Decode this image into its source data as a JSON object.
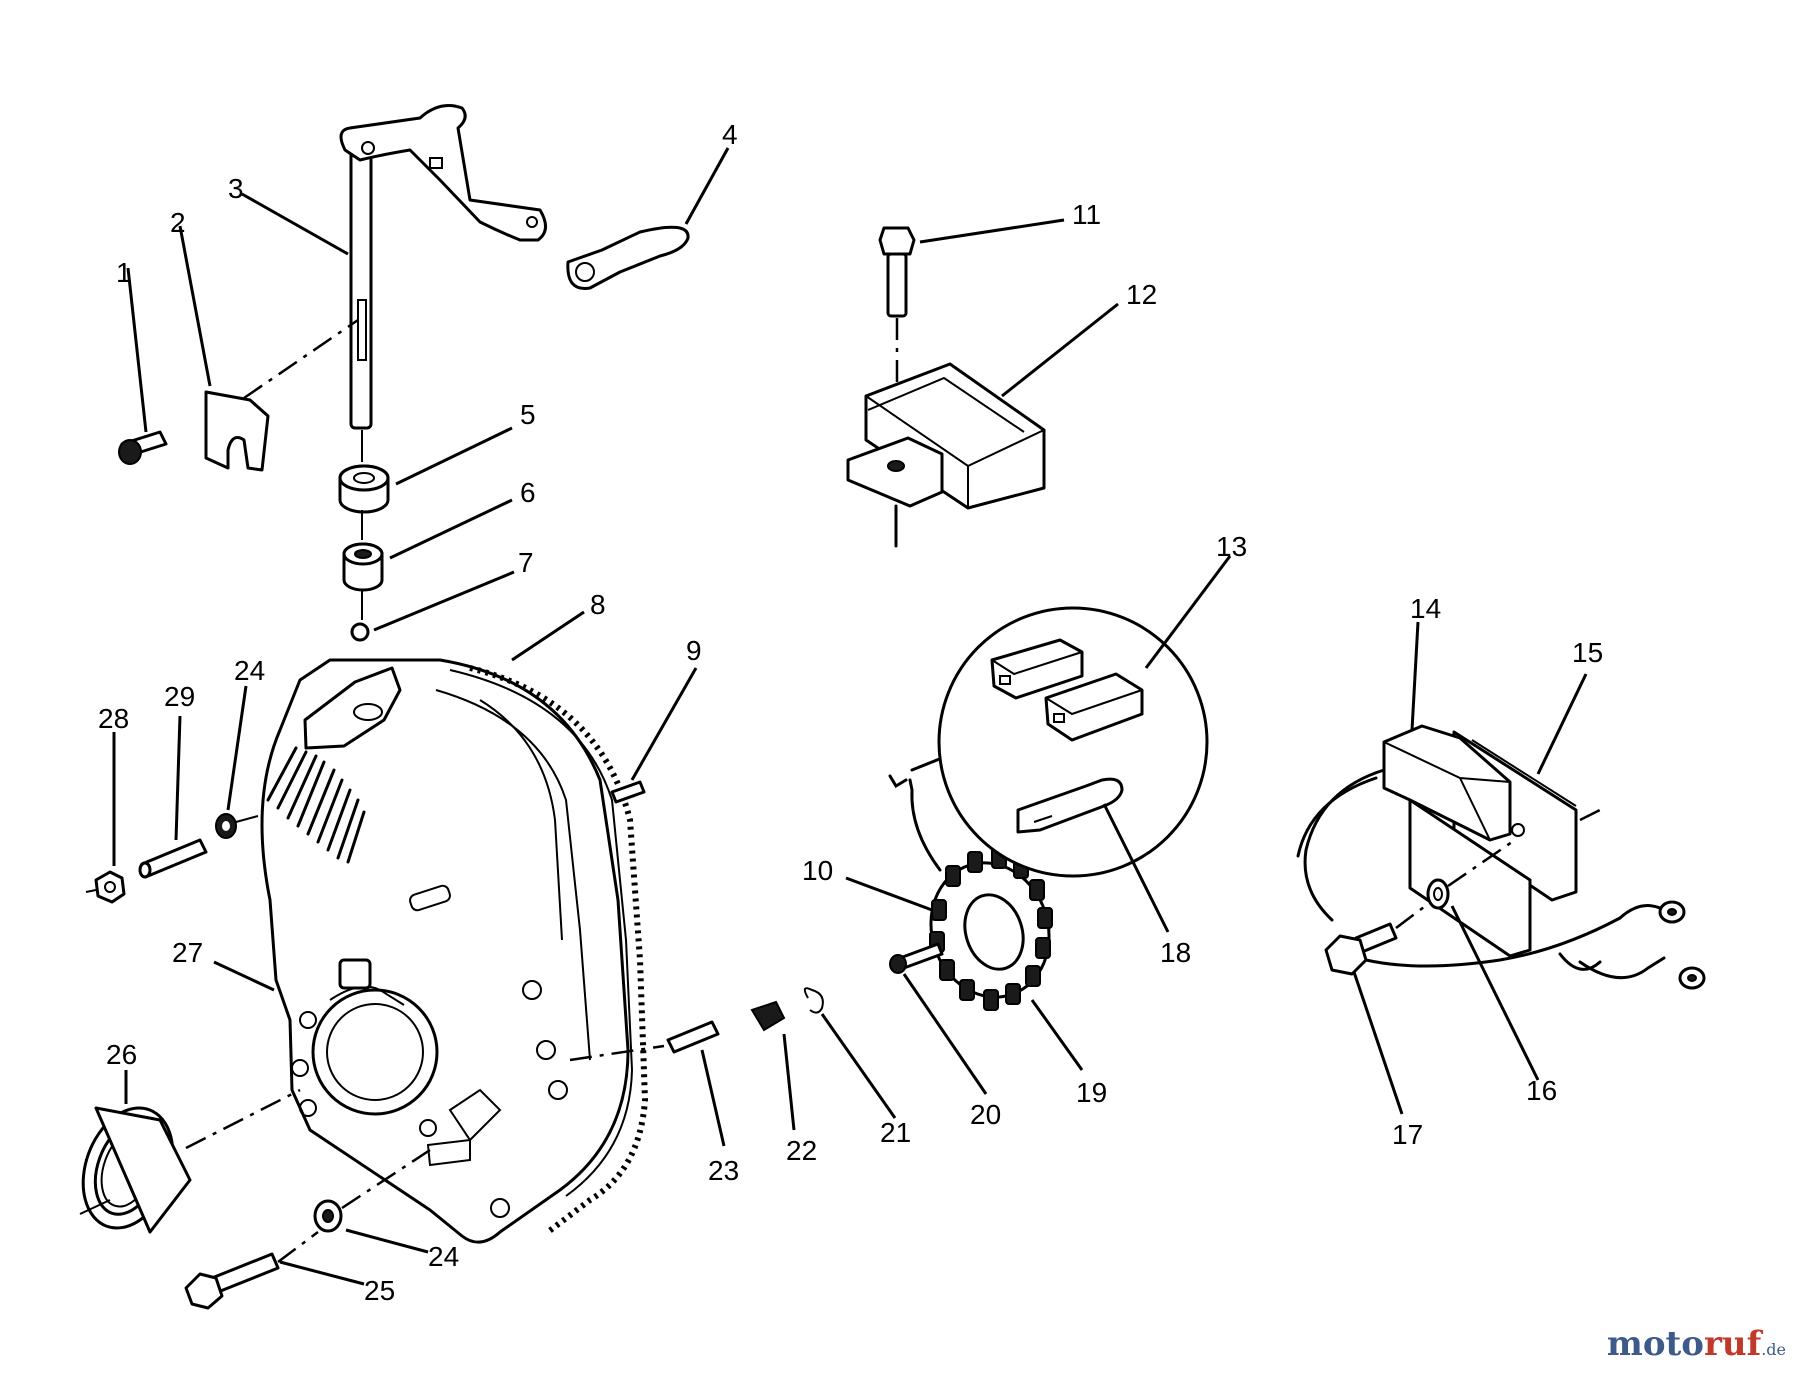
{
  "callouts": [
    {
      "num": "1"
    },
    {
      "num": "2"
    },
    {
      "num": "3"
    },
    {
      "num": "4"
    },
    {
      "num": "5"
    },
    {
      "num": "6"
    },
    {
      "num": "7"
    },
    {
      "num": "8"
    },
    {
      "num": "9"
    },
    {
      "num": "10"
    },
    {
      "num": "11"
    },
    {
      "num": "12"
    },
    {
      "num": "13"
    },
    {
      "num": "14"
    },
    {
      "num": "15"
    },
    {
      "num": "16"
    },
    {
      "num": "17"
    },
    {
      "num": "18"
    },
    {
      "num": "19"
    },
    {
      "num": "20"
    },
    {
      "num": "21"
    },
    {
      "num": "22"
    },
    {
      "num": "23"
    },
    {
      "num": "24"
    },
    {
      "num": "24"
    },
    {
      "num": "25"
    },
    {
      "num": "26"
    },
    {
      "num": "27"
    },
    {
      "num": "28"
    },
    {
      "num": "29"
    }
  ],
  "watermark": {
    "part1": "moto",
    "part2": "ruf",
    "part3": ".de"
  },
  "colors": {
    "line": "#000000",
    "background": "#ffffff",
    "watermark_blue": "#3d5a8a",
    "watermark_red": "#c0392b"
  }
}
